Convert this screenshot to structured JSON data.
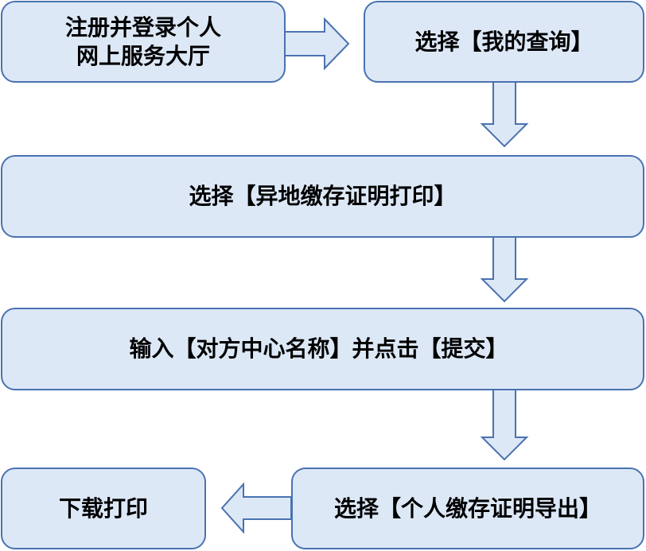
{
  "flowchart": {
    "steps": [
      {
        "id": "step1",
        "lines": [
          "注册并登录个人",
          "网上服务大厅"
        ]
      },
      {
        "id": "step2",
        "text": "选择【我的查询】"
      },
      {
        "id": "step3",
        "text": "选择【异地缴存证明打印】"
      },
      {
        "id": "step4",
        "text": "输入【对方中心名称】并点击【提交】"
      },
      {
        "id": "step5",
        "text": "选择【个人缴存证明导出】"
      },
      {
        "id": "step6",
        "text": "下载打印"
      }
    ],
    "connections": [
      {
        "from": "step1",
        "to": "step2",
        "direction": "right"
      },
      {
        "from": "step2",
        "to": "step3",
        "direction": "down"
      },
      {
        "from": "step3",
        "to": "step4",
        "direction": "down"
      },
      {
        "from": "step4",
        "to": "step5",
        "direction": "down"
      },
      {
        "from": "step5",
        "to": "step6",
        "direction": "left"
      }
    ],
    "colors": {
      "box_fill": "#dde8f7",
      "box_border": "#4a72b0",
      "text": "#000000"
    }
  }
}
